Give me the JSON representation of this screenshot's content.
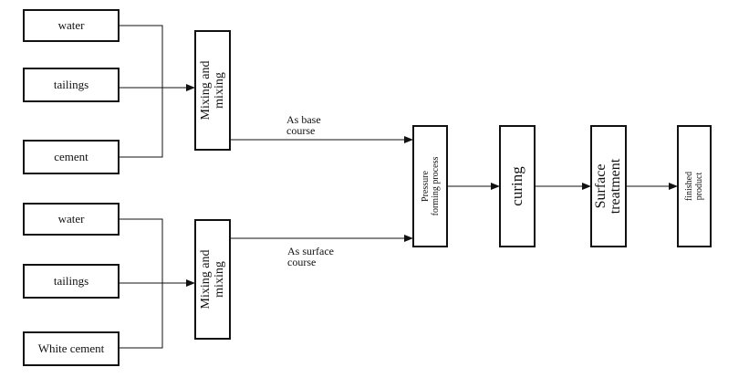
{
  "inputs_top": {
    "water": "water",
    "tailings": "tailings",
    "cement": "cement"
  },
  "inputs_bottom": {
    "water": "water",
    "tailings": "tailings",
    "white_cement": "White cement"
  },
  "mixer_top": {
    "line1": "Mixing and",
    "line2": "mixing"
  },
  "mixer_bottom": {
    "line1": "Mixing and",
    "line2": "mixing"
  },
  "edges": {
    "base_line1": "As base",
    "base_line2": "course",
    "surface_line1": "As surface",
    "surface_line2": "course"
  },
  "pressure": {
    "line1": "Pressure",
    "line2": "forming process"
  },
  "curing": {
    "label": "curing"
  },
  "surface": {
    "line1": "Surface",
    "line2": "treatment"
  },
  "finished": {
    "line1": "finished",
    "line2": "product"
  }
}
